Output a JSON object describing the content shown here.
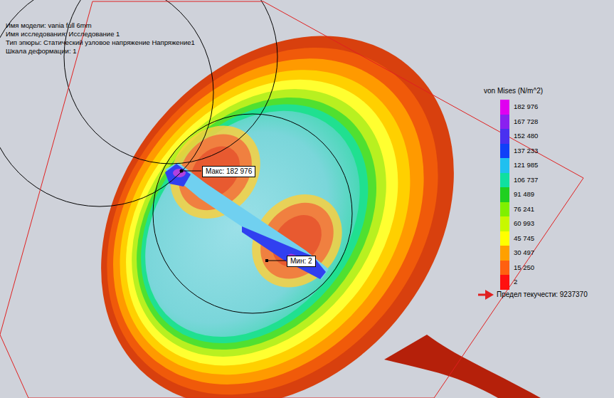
{
  "diagram": {
    "nodes": [
      {
        "text": [
          "Макс: 182 976"
        ]
      },
      {
        "text": [
          "Мин: 2"
        ]
      }
    ],
    "labels": [
      "Имя модели: vania full 6mm",
      "Имя исследования: Исследование 1",
      "Тип эпюры: Статический узловое напряжение Напряжение1",
      "Шкала деформации: 1",
      "von Mises (N/m^2)",
      "Предел текучести: 9237370"
    ],
    "legend": [
      {
        "text": "182 976",
        "color": "#e000f0"
      },
      {
        "text": "167 728",
        "color": "#8a20f0"
      },
      {
        "text": "152 480",
        "color": "#4a30f0"
      },
      {
        "text": "137 233",
        "color": "#1040f8"
      },
      {
        "text": "121 985",
        "color": "#20c0f0"
      },
      {
        "text": "106 737",
        "color": "#10e0a0"
      },
      {
        "text": "91 489",
        "color": "#20d020"
      },
      {
        "text": "76 241",
        "color": "#80f000"
      },
      {
        "text": "60 993",
        "color": "#c8f800"
      },
      {
        "text": "45 745",
        "color": "#ffff00"
      },
      {
        "text": "30 497",
        "color": "#ffa000"
      },
      {
        "text": "15 250",
        "color": "#ff6010"
      },
      {
        "text": "2",
        "color": "#ff1010"
      }
    ]
  }
}
